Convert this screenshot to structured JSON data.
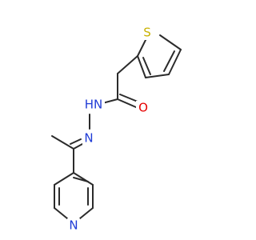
{
  "molecule": {
    "atoms": {
      "sulfur": {
        "label": "S",
        "color": "#c9b200"
      },
      "oxygen": {
        "label": "O",
        "color": "#e60000"
      },
      "hydrazide_nh": {
        "label": "HN",
        "color": "#1f3bd6"
      },
      "imine_n": {
        "label": "N",
        "color": "#1f3bd6"
      },
      "pyridine_n": {
        "label": "N",
        "color": "#1f3bd6"
      }
    },
    "bond_color": "#2b2b2b",
    "background": "#ffffff"
  }
}
